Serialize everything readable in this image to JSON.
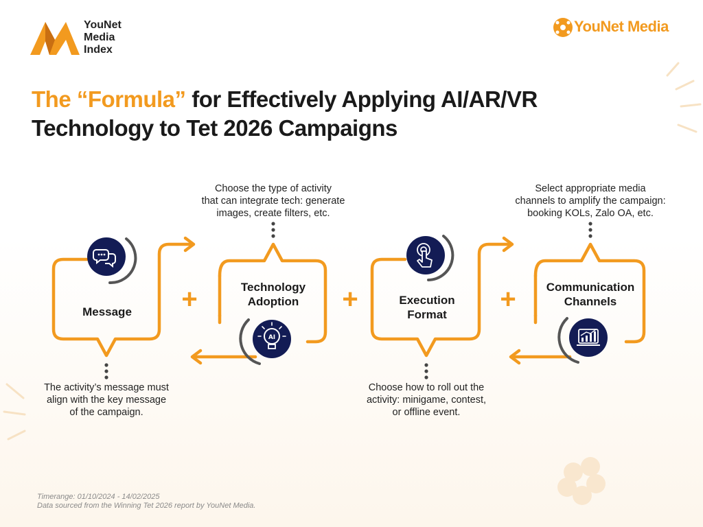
{
  "logos": {
    "left": {
      "line1": "YouNet",
      "line2": "Media",
      "line3": "Index"
    },
    "right": {
      "text": "YouNet Media"
    }
  },
  "title": {
    "accent": "The “Formula”",
    "rest": " for Effectively Applying AI/AR/VR",
    "line2": "Technology to Tet 2026 Campaigns"
  },
  "steps": [
    {
      "label_lines": [
        "Message"
      ],
      "icon": "chat-bubbles-icon",
      "note_lines": [
        "The activity’s message must",
        "align with the key message",
        "of the campaign."
      ]
    },
    {
      "label_lines": [
        "Technology",
        "Adoption"
      ],
      "icon": "ai-lightbulb-icon",
      "note_lines": [
        "Choose the type of activity",
        "that can integrate tech: generate",
        "images, create filters, etc."
      ]
    },
    {
      "label_lines": [
        "Execution",
        "Format"
      ],
      "icon": "touch-hand-icon",
      "note_lines": [
        "Choose how to roll out the",
        "activity: minigame, contest,",
        "or offline event."
      ]
    },
    {
      "label_lines": [
        "Communication",
        "Channels"
      ],
      "icon": "chart-screen-icon",
      "note_lines": [
        "Select appropriate media",
        "channels to amplify the campaign:",
        "booking KOLs, Zalo OA, etc."
      ]
    }
  ],
  "operator": "+",
  "footer": {
    "line1": "Timerange: 01/10/2024 - 14/02/2025",
    "line2": "Data sourced from the Winning Tet 2026 report by YouNet Media."
  },
  "colors": {
    "accent": "#f29a1f",
    "navy": "#131c55",
    "gray": "#555555",
    "text": "#1a1a1a"
  }
}
